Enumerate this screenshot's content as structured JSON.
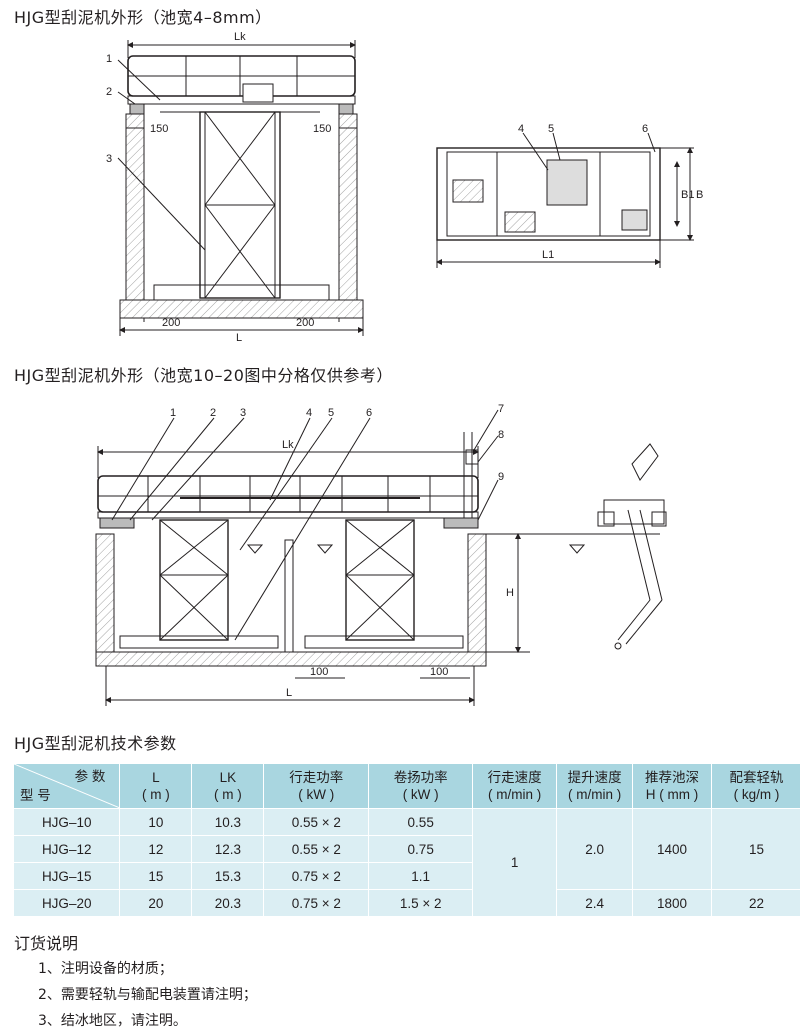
{
  "figure1": {
    "title": "HJG型刮泥机外形（池宽4–8mm）",
    "labels": {
      "lk": "Lk",
      "l": "L",
      "d150_left": "150",
      "d150_right": "150",
      "d200_left": "200",
      "d200_right": "200",
      "c1": "1",
      "c2": "2",
      "c3": "3",
      "c4": "4",
      "c5": "5",
      "c6": "6",
      "b": "B",
      "b1": "B1",
      "l1": "L1"
    }
  },
  "figure2": {
    "title": "HJG型刮泥机外形（池宽10–20图中分格仅供参考）",
    "labels": {
      "lk": "Lk",
      "l": "L",
      "h": "H",
      "d100_left": "100",
      "d100_right": "100",
      "c1": "1",
      "c2": "2",
      "c3": "3",
      "c4": "4",
      "c5": "5",
      "c6": "6",
      "c7": "7",
      "c8": "8",
      "c9": "9"
    }
  },
  "table": {
    "title": "HJG型刮泥机技术参数",
    "corner_top": "参 数",
    "corner_bottom": "型 号",
    "headers": [
      {
        "line1": "L",
        "line2": "( m )"
      },
      {
        "line1": "LK",
        "line2": "( m )"
      },
      {
        "line1": "行走功率",
        "line2": "( kW )"
      },
      {
        "line1": "卷扬功率",
        "line2": "( kW )"
      },
      {
        "line1": "行走速度",
        "line2": "( m/min )"
      },
      {
        "line1": "提升速度",
        "line2": "( m/min )"
      },
      {
        "line1": "推荐池深",
        "line2": "H ( mm )"
      },
      {
        "line1": "配套轻轨",
        "line2": "( kg/m )"
      }
    ],
    "rows": [
      {
        "model": "HJG–10",
        "l": "10",
        "lk": "10.3",
        "walk": "0.55 × 2",
        "hoist": "0.55"
      },
      {
        "model": "HJG–12",
        "l": "12",
        "lk": "12.3",
        "walk": "0.55 × 2",
        "hoist": "0.75"
      },
      {
        "model": "HJG–15",
        "l": "15",
        "lk": "15.3",
        "walk": "0.75 × 2",
        "hoist": "1.1"
      },
      {
        "model": "HJG–20",
        "l": "20",
        "lk": "20.3",
        "walk": "0.75 × 2",
        "hoist": "1.5 × 2"
      }
    ],
    "walk_speed": "1",
    "lift_speed_a": "2.0",
    "lift_speed_b": "2.4",
    "depth_a": "1400",
    "depth_b": "1800",
    "rail_a": "15",
    "rail_b": "22"
  },
  "order": {
    "title": "订货说明",
    "items": [
      "1、注明设备的材质；",
      "2、需要轻轨与输配电装置请注明；",
      "3、结冰地区，请注明。"
    ]
  },
  "colors": {
    "header_bg": "#a9d6e0",
    "row_bg": "#dbeef3",
    "line": "#231f20"
  }
}
